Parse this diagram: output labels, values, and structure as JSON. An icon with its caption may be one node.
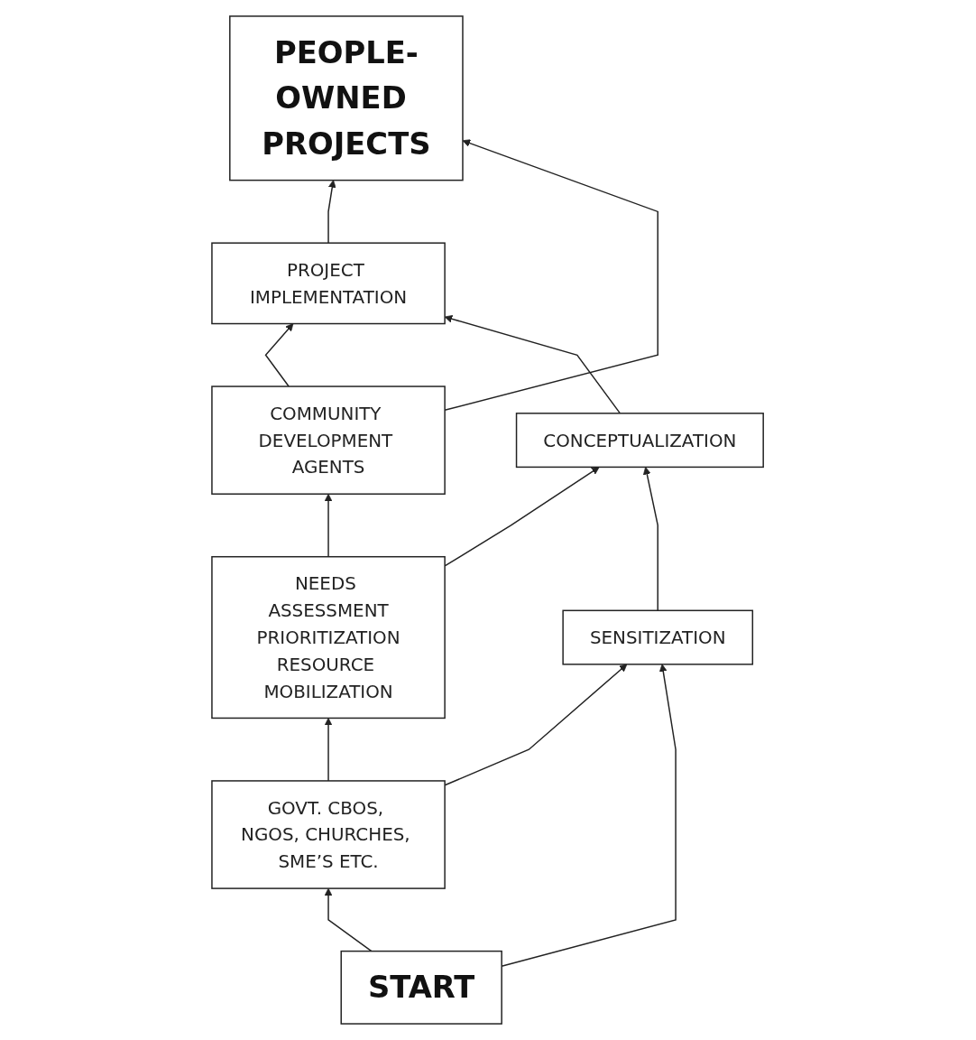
{
  "diagram": {
    "nodes": [
      {
        "text": [
          "PEOPLE-OWNED PROJECTS"
        ]
      },
      {
        "text": [
          "PROJECT IMPLEMENTATION"
        ]
      },
      {
        "text": [
          "COMMUNITY DEVELOPMENT AGENTS"
        ]
      },
      {
        "text": [
          "CONCEPTUALIZATION"
        ]
      },
      {
        "text": [
          "NEEDS ASSESSMENT",
          "PRIORITIZATION",
          "RESOURCE MOBILIZATION"
        ]
      },
      {
        "text": [
          "SENSITIZATION"
        ]
      },
      {
        "text": [
          "GOVT. CBOS, NGOS, CHURCHES, SME’S ETC."
        ]
      },
      {
        "text": [
          "START"
        ]
      }
    ],
    "edges": [
      {
        "from": 1,
        "to": 0,
        "arrow": "to"
      },
      {
        "from": 2,
        "to": 0,
        "arrow": "to"
      },
      {
        "from": 2,
        "to": 1,
        "arrow": "to"
      },
      {
        "from": 3,
        "to": 1,
        "arrow": "to"
      },
      {
        "from": 4,
        "to": 2,
        "arrow": "to"
      },
      {
        "from": 4,
        "to": 3,
        "arrow": "to"
      },
      {
        "from": 5,
        "to": 3,
        "arrow": "to"
      },
      {
        "from": 6,
        "to": 4,
        "arrow": "to"
      },
      {
        "from": 6,
        "to": 5,
        "arrow": "to"
      },
      {
        "from": 7,
        "to": 5,
        "arrow": "to"
      },
      {
        "from": 7,
        "to": 6,
        "arrow": "to"
      }
    ]
  }
}
